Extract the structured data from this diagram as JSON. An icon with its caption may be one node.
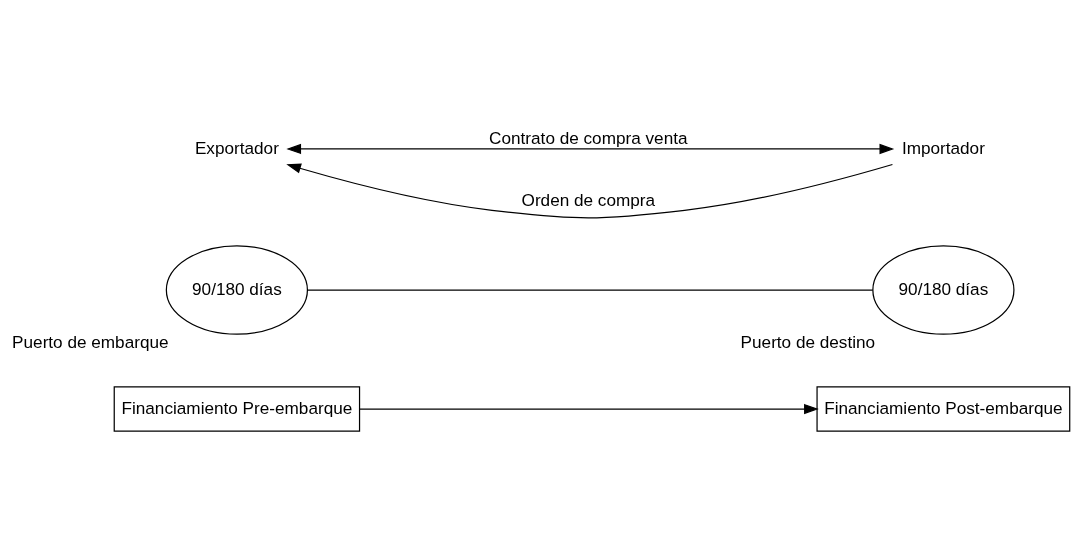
{
  "diagram": {
    "nodes": [
      {
        "text": [
          "Financiamiento Pre-embarque"
        ]
      },
      {
        "text": [
          "Financiamiento Post-embarque"
        ]
      },
      {
        "text": [
          "90/180 días"
        ],
        "beside": [
          "Puerto de embarque"
        ]
      },
      {
        "text": [
          "90/180 días"
        ],
        "beside": [
          "Puerto de destino"
        ]
      },
      {
        "text": [
          "Exportador"
        ]
      },
      {
        "text": [
          "Importador"
        ]
      }
    ],
    "edges": [
      {
        "from": 0,
        "to": 1,
        "arrow": "to"
      },
      {
        "from": 2,
        "to": 3,
        "arrow": "none"
      },
      {
        "from": 5,
        "to": 4,
        "arrow": "to",
        "label": "Orden de compra"
      },
      {
        "from": 4,
        "to": 5,
        "arrow": "both",
        "label": "Contrato de compra venta"
      }
    ]
  }
}
